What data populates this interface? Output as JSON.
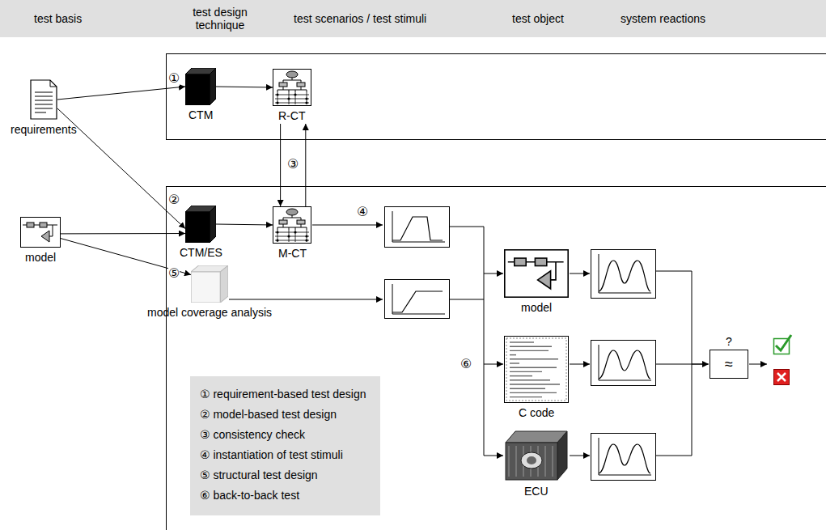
{
  "diagram": {
    "nodes": [
      {
        "text": [
          "test basis",
          "test design technique",
          "test scenarios / test stimuli",
          "test object",
          "system reactions"
        ]
      },
      {
        "text": [
          "requirements"
        ]
      },
      {
        "text": [
          "CTM"
        ]
      },
      {
        "text": [
          "R-CT"
        ]
      },
      {
        "text": [
          "model"
        ]
      },
      {
        "text": [
          "CTM/ES"
        ]
      },
      {
        "text": [
          "M-CT"
        ]
      },
      {
        "text": [
          "model coverage analysis"
        ]
      },
      {
        "text": [
          "model"
        ]
      },
      {
        "text": [
          "C code"
        ]
      },
      {
        "text": [
          "ECU"
        ]
      },
      {
        "text": [
          "?",
          "≈"
        ]
      },
      {
        "text": [
          "① requirement-based test design",
          "② model-based test design",
          "③ consistency check",
          "④ instantiation of test stimuli",
          "⑤ structural test design",
          "⑥ back-to-back test"
        ]
      }
    ],
    "edges": [
      {
        "from": 1,
        "to": 2,
        "arrow": "to"
      },
      {
        "from": 1,
        "to": 5,
        "arrow": "to"
      },
      {
        "from": 4,
        "to": 5,
        "arrow": "to"
      },
      {
        "from": 4,
        "to": 7,
        "arrow": "to"
      },
      {
        "from": 2,
        "to": 3,
        "arrow": "to"
      },
      {
        "from": 3,
        "to": 6,
        "arrow": "to"
      },
      {
        "from": 6,
        "to": 3,
        "arrow": "to"
      },
      {
        "from": 5,
        "to": 6,
        "arrow": "to"
      }
    ],
    "labels": [
      "①",
      "②",
      "③",
      "④",
      "⑤",
      "⑥"
    ]
  }
}
